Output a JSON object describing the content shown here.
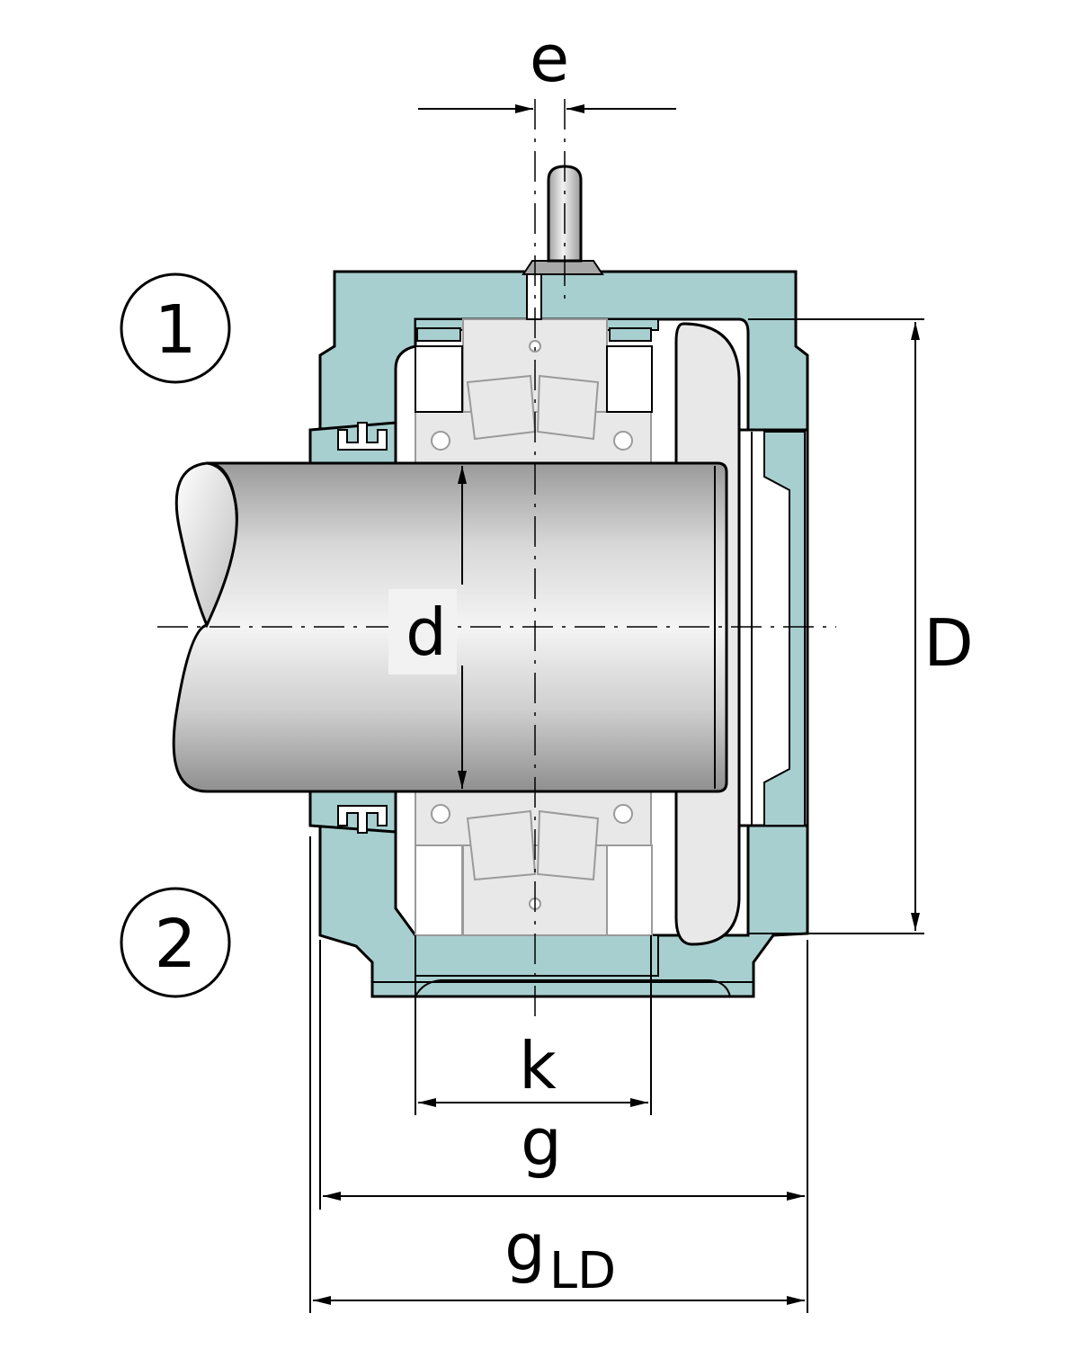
{
  "callouts": {
    "one": "1",
    "two": "2"
  },
  "dimensions": {
    "e": "e",
    "d": "d",
    "D": "D",
    "k": "k",
    "g": "g",
    "gLD_main": "g",
    "gLD_sub": "LD"
  },
  "colors": {
    "housing": "#a8cfcf",
    "bearing": "#e8e8e8",
    "line": "#000000",
    "grey_line": "#8a8a8a"
  }
}
